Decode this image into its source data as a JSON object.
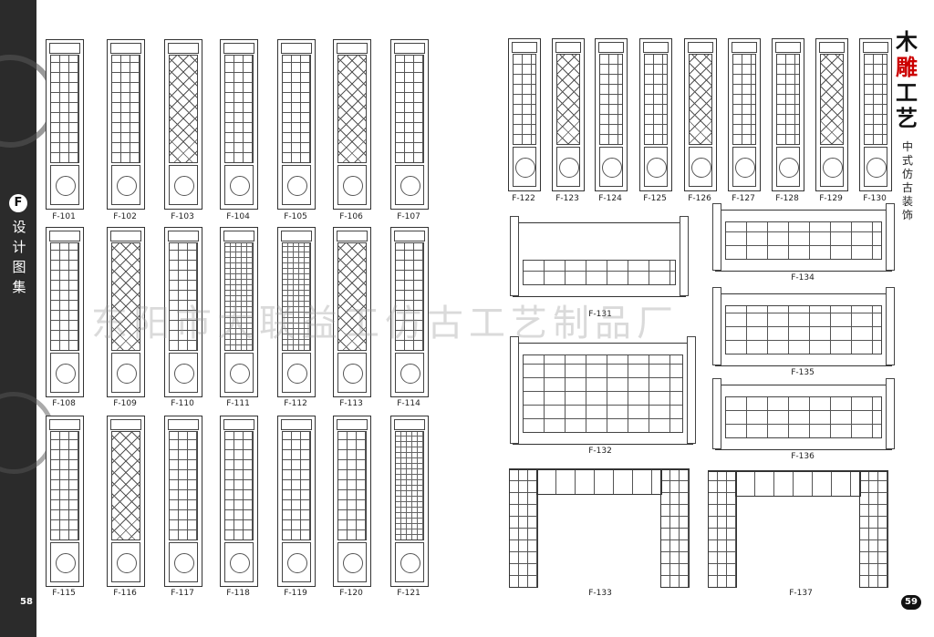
{
  "left_page": {
    "badge": "F",
    "vertical_title": "设计图集",
    "page_number": "58"
  },
  "right_page": {
    "title_chars": [
      "木",
      "雕",
      "工",
      "艺"
    ],
    "subtitle": "中式仿古装饰",
    "page_number": "59"
  },
  "watermark": "东阳市大联益工仿古工艺制品厂",
  "panels_row1": [
    "F-101",
    "F-102",
    "F-103",
    "F-104",
    "F-105",
    "F-106",
    "F-107"
  ],
  "panels_row2": [
    "F-108",
    "F-109",
    "F-110",
    "F-111",
    "F-112",
    "F-113",
    "F-114"
  ],
  "panels_row3": [
    "F-115",
    "F-116",
    "F-117",
    "F-118",
    "F-119",
    "F-120",
    "F-121"
  ],
  "panels_right": [
    "F-122",
    "F-123",
    "F-124",
    "F-125",
    "F-126",
    "F-127",
    "F-128",
    "F-129",
    "F-130"
  ],
  "railings": {
    "r131": "F-131",
    "r132": "F-132",
    "r134": "F-134",
    "r135": "F-135",
    "r136": "F-136"
  },
  "arches": {
    "a133": "F-133",
    "a137": "F-137"
  },
  "colors": {
    "spine": "#2b2b2b",
    "title_accent": "#cc0000",
    "line": "#333333"
  }
}
